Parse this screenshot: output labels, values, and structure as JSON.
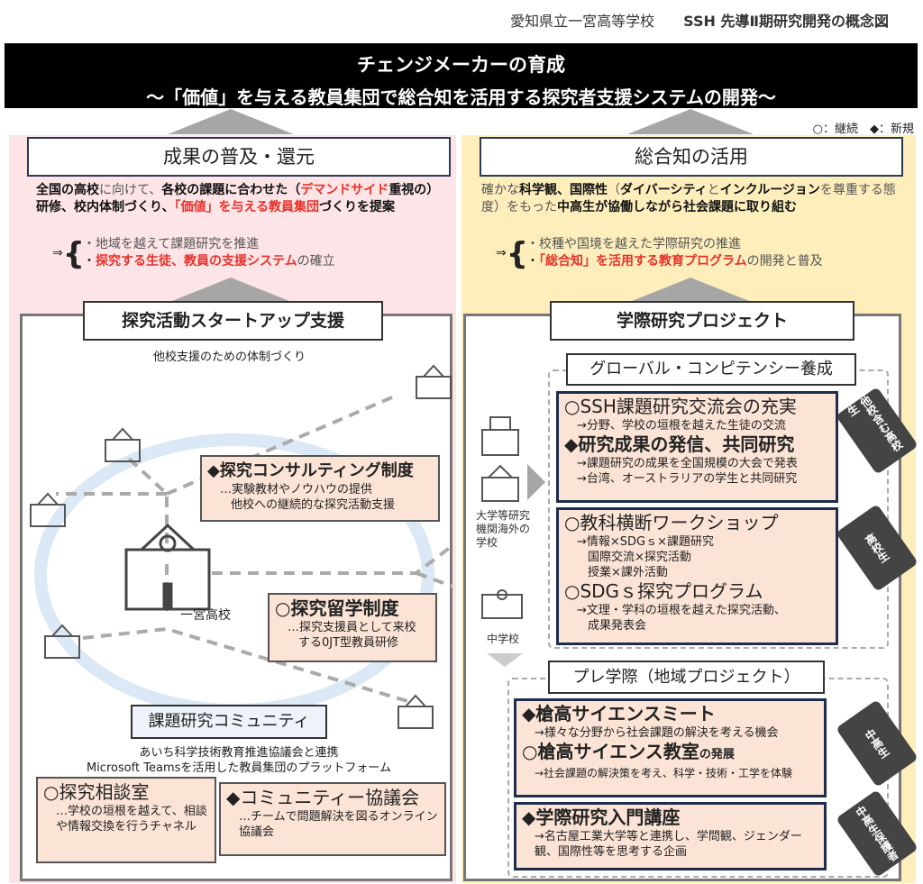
{
  "header": {
    "school": "愛知県立一宮高等学校",
    "title": "SSH 先導Ⅱ期研究開発の概念図"
  },
  "banner": {
    "line1": "チェンジメーカーの育成",
    "line2": "～「価値」を与える教員集団で総合知を活用する探究者支援システムの開発～"
  },
  "legend": {
    "continue": "○：継続",
    "new": "◆：新規"
  },
  "left": {
    "title": "成果の普及・還元",
    "para": [
      "全国の高校",
      "に向けて、",
      "各校の課題に合わせた（",
      "デマンドサイド",
      "重視の）研修、校内体制づくり、",
      "「価値」を与える教員集団",
      "づくりを提案"
    ],
    "arrow": "⇒",
    "bullet1": "・地域を越えて課題研究を推進",
    "bullet2a": "・",
    "bullet2b": "探究する生徒、教員の支援システム",
    "bullet2c": "の確立",
    "box_title": "探究活動スタートアップ支援",
    "subtitle": "他校支援のための体制づくり",
    "consult": {
      "title": "◆探究コンサルティング制度",
      "l1": "…実験教材やノウハウの提供",
      "l2": "他校への継続的な探究活動支援"
    },
    "study": {
      "title": "○探究留学制度",
      "l1": "…探究支援員として来校",
      "l2": "する0JT型教員研修"
    },
    "school_label": "一宮高校",
    "community": "課題研究コミュニティ",
    "comm_l1": "あいち科学技術教育推進協議会と連携",
    "comm_l2": "Microsoft Teamsを活用した教員集団のプラットフォーム",
    "room": {
      "title": "○探究相談室",
      "l1": "…学校の垣根を越えて、相談や情報交換を行うチャネル"
    },
    "council": {
      "title": "◆コミュニティー協議会",
      "l1": "…チームで問題解決を図るオンライン協議会"
    }
  },
  "right": {
    "title": "総合知の活用",
    "para": [
      "確かな",
      "科学観、国際性",
      "（",
      "ダイバーシティ",
      "と",
      "インクルージョン",
      "を尊重する態度）をもった",
      "中高生が協働しながら社会課題に取り組む"
    ],
    "arrow": "⇒",
    "bullet1": "・校種や国境を越えた学際研究の推進",
    "bullet2a": "・",
    "bullet2b": "「総合知」を活用する教育プログラム",
    "bullet2c": "の開発と普及",
    "box_title": "学際研究プロジェクト",
    "univ_label": "大学等研究機関海外の学校",
    "jhs_label": "中学校",
    "global": {
      "title": "グローバル・コンピテンシー養成",
      "c1": {
        "h1": "○SSH課題研究交流会の充実",
        "s1": "→分野、学校の垣根を越えた生徒の交流",
        "h2": "◆研究成果の発信、共同研究",
        "s2": "→課題研究の成果を全国規模の大会で発表",
        "s3": "→台湾、オーストラリアの学生と共同研究"
      },
      "c2": {
        "h1": "○教科横断ワークショップ",
        "s1": "→情報×SDGｓ×課題研究",
        "s2": "国際交流×探究活動",
        "s3": "授業×課外活動",
        "h2": "○SDGｓ探究プログラム",
        "s4": "→文理・学科の垣根を越えた探究活動、",
        "s5": "成果発表会"
      },
      "tag1": "他校含む高校生",
      "tag2": "高校生"
    },
    "pre": {
      "title": "プレ学際（地域プロジェクト）",
      "c3": {
        "h1": "◆槍高サイエンスミート",
        "s1": "→様々な分野から社会課題の解決を考える機会",
        "h2": "○槍高サイエンス教室",
        "h2b": "の発展",
        "s2": "→社会課題の解決策を考え、科学・技術・工学を体験"
      },
      "c4": {
        "h1": "◆学際研究入門講座",
        "s1": "→名古屋工業大学等と連携し、学問観、ジェンダー観、国際性等を思考する企画"
      },
      "tag3": "中高生",
      "tag4": "中高生保護者"
    }
  }
}
